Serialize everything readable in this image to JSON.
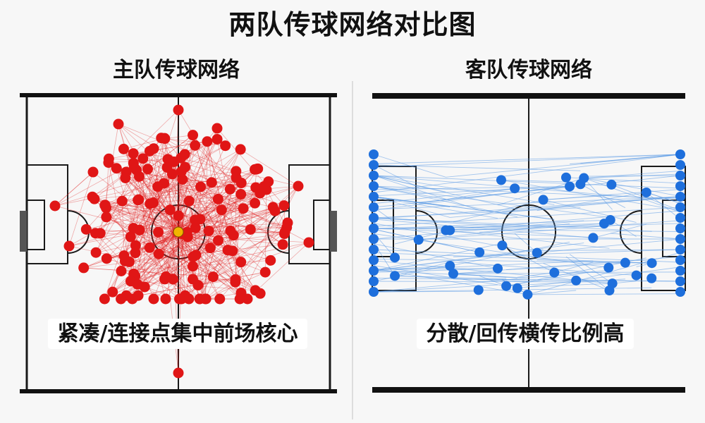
{
  "title": "两队传球网络对比图",
  "home": {
    "subtitle": "主队传球网络",
    "caption": "紧凑/连接点集中前场核心",
    "color": "#e01616",
    "line_color": "#e01616",
    "core_color": "#f2b400"
  },
  "away": {
    "subtitle": "客队传球网络",
    "caption": "分散/回传横传比例高",
    "color": "#1e6fdc",
    "line_color": "#5b9be6"
  }
}
